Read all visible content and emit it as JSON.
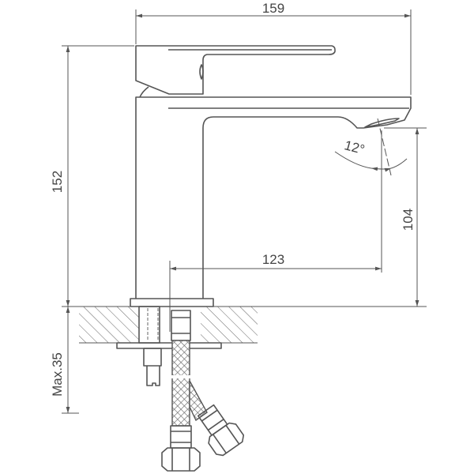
{
  "dimensions": {
    "overall_length": "159",
    "overall_height": "152",
    "spout_height": "104",
    "spout_reach": "123",
    "spout_angle": "12°",
    "max_counter_thickness": "Max.35"
  },
  "colors": {
    "line": "#555555",
    "background": "#ffffff"
  }
}
